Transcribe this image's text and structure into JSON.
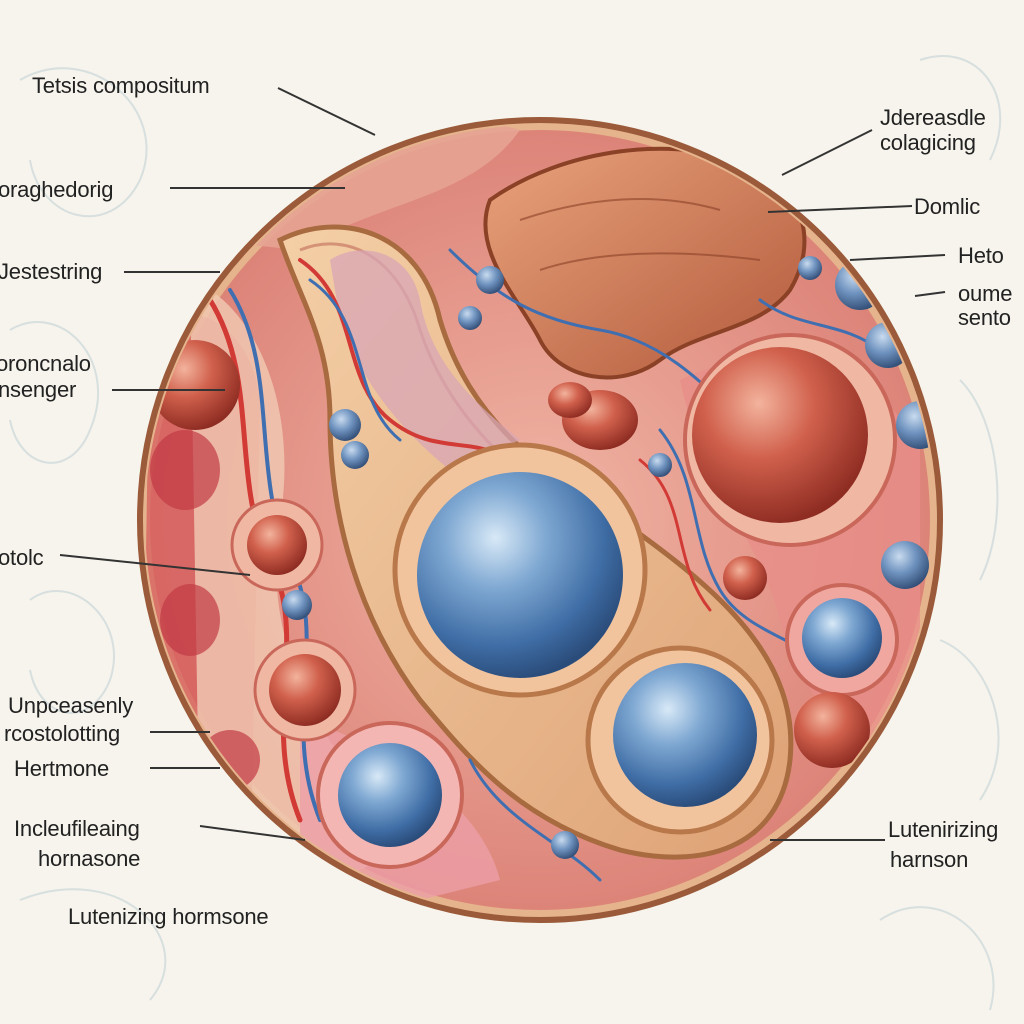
{
  "labels": {
    "testis_compositum": "Tetsis compositum",
    "oraghedorig": "oraghedorig",
    "jestestring": "Jestestring",
    "oroncnalo": "oroncnalo",
    "nsenger": "nsenger",
    "otolc": "otolc",
    "unpceasenly": "Unpceasenly",
    "rcostolotting": "rcostolotting",
    "hertmone": "Hertmone",
    "incleufileaing": "Incleufileaing",
    "hornasone": "hornasone",
    "lutenizing_bottom": "Lutenizing hormsone",
    "jdereasdle": "Jdereasdle",
    "colagicing": "colagicing",
    "domlic": "Domlic",
    "heto": "Heto",
    "oume": "oume",
    "sento": "sento",
    "lutenizing_right": "Lutenirizing",
    "harnson": "harnson"
  },
  "colors": {
    "background": "#f6f4ec",
    "blue_cell": "#4f7fb5",
    "red_cell": "#c24a3a",
    "tissue_pink": "#e48a86",
    "tissue_tan": "#e2b08a",
    "vessel_red": "#d23a35",
    "vessel_blue": "#3f6fb0"
  }
}
